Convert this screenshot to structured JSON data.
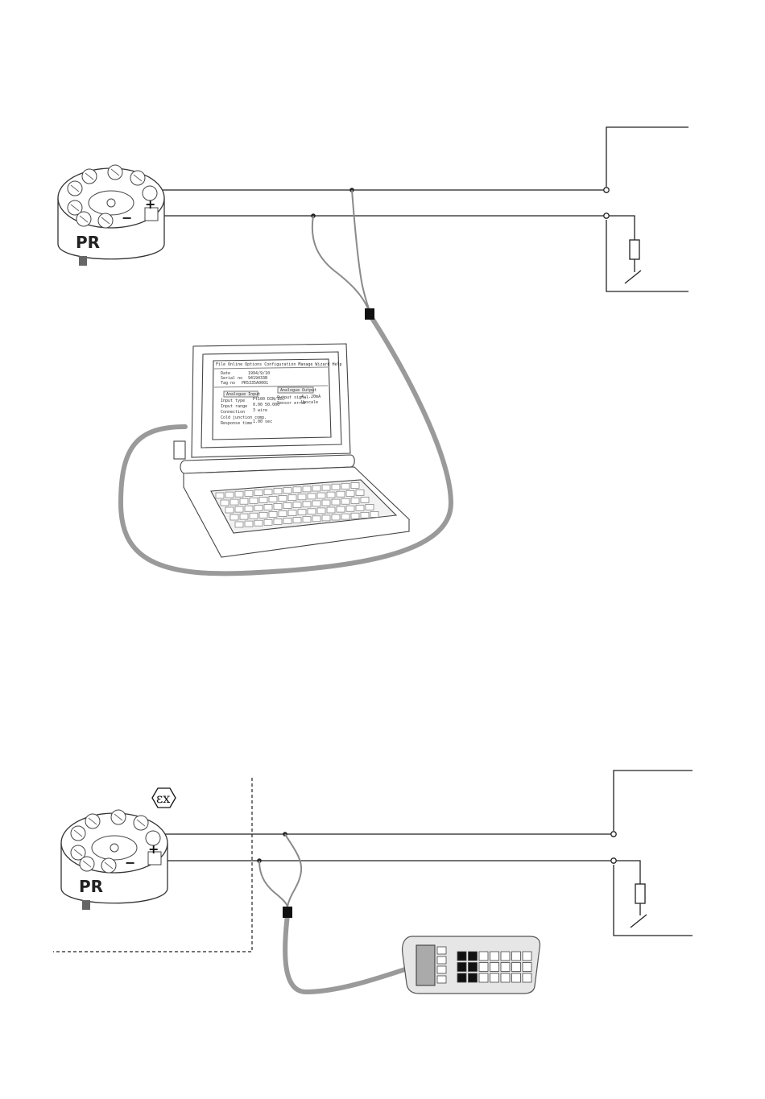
{
  "top_transmitter": {
    "logo": "PR",
    "plus": "+",
    "minus": "−"
  },
  "laptop": {
    "menu": "File  Online  Options  Configuration  Manage  Wizard  Help",
    "date_label": "Date",
    "date_value": "1994/9/10",
    "serial_label": "Serial no",
    "serial_value": "9419433B",
    "tag_label": "Tag no",
    "tag_value": "PR5335A0001",
    "input_header": "Analogue Input",
    "output_header": "Analogue Output",
    "input_type_label": "Input type",
    "input_type_value": "Pt100 DIN/IEC",
    "input_range_label": "Input range",
    "input_range_value": "0.00   50.000",
    "connection_label": "Connection",
    "connection_value": "3 wire",
    "cold_label": "Cold junction comp.",
    "response_label": "Response time",
    "response_value": "1.00 sec",
    "output_signal": "Output signal",
    "output_signal_value": "4...20mA",
    "sensor_err": "Sensor error",
    "sensor_err_value": "Upscale"
  },
  "bottom_transmitter": {
    "logo": "PR",
    "plus": "+",
    "minus": "−",
    "ex_symbol": "εx"
  }
}
